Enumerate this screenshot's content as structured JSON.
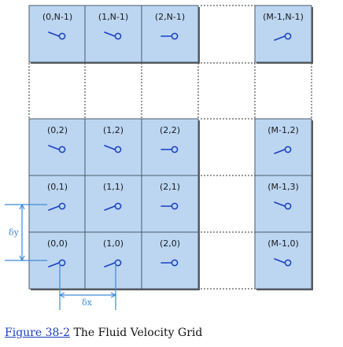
{
  "colors": {
    "cell_fill": "#bcd6f2",
    "cell_stroke": "#4a5a6a",
    "shadow": "#5a5a5a",
    "arrow": "#1a3fbf",
    "dim_line": "#3d8ad6",
    "text": "#1a1a1a"
  },
  "grid": {
    "columns": [
      "0",
      "1",
      "2",
      "M-1"
    ],
    "rows": [
      "N-1",
      "2",
      "1",
      "0"
    ],
    "omitted_column_between": [
      "2",
      "M-1"
    ],
    "omitted_row_between": [
      "N-1",
      "2"
    ]
  },
  "cells": [
    {
      "label": "(0,N-1)",
      "arrow": "left-up"
    },
    {
      "label": "(1,N-1)",
      "arrow": "left-up"
    },
    {
      "label": "(2,N-1)",
      "arrow": "left"
    },
    {
      "label": "(M-1,N-1)",
      "arrow": "left-down"
    },
    {
      "label": "(0,2)",
      "arrow": "left-up"
    },
    {
      "label": "(1,2)",
      "arrow": "left-up"
    },
    {
      "label": "(2,2)",
      "arrow": "left"
    },
    {
      "label": "(M-1,2)",
      "arrow": "left-down"
    },
    {
      "label": "(0,1)",
      "arrow": "left-down"
    },
    {
      "label": "(1,1)",
      "arrow": "left-down"
    },
    {
      "label": "(2,1)",
      "arrow": "left"
    },
    {
      "label": "(M-1,3)",
      "arrow": "left-up"
    },
    {
      "label": "(0,0)",
      "arrow": "left-down"
    },
    {
      "label": "(1,0)",
      "arrow": "left-down"
    },
    {
      "label": "(2,0)",
      "arrow": "left"
    },
    {
      "label": "(M-1,0)",
      "arrow": "left-up"
    }
  ],
  "dimensions": {
    "dx_label": "δx",
    "dy_label": "δy"
  },
  "caption": {
    "link_text": "Figure 38-2",
    "text": " The Fluid Velocity Grid"
  }
}
